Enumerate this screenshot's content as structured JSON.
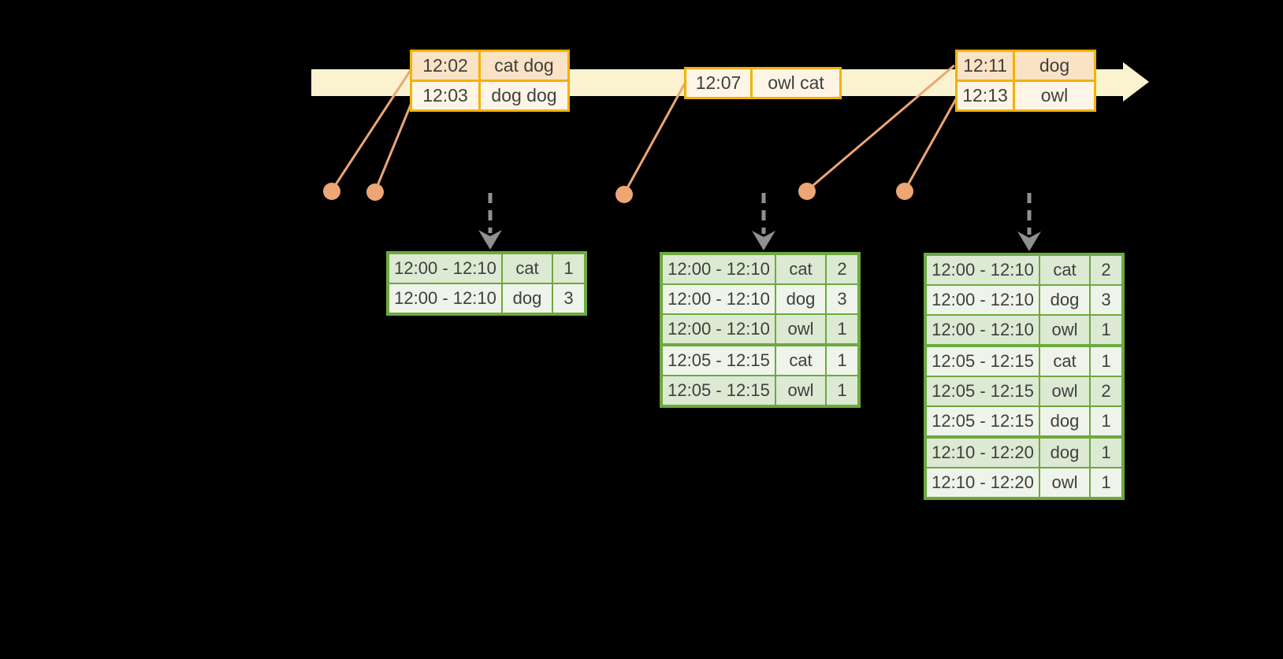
{
  "colors": {
    "background": "#000000",
    "timeline_fill": "#FBF2CF",
    "event_table_border": "#F2B200",
    "event_row_dark_bg": "#FAE3C5",
    "event_row_light_bg": "#FEF5E7",
    "connector_orange": "#EDA674",
    "result_table_border": "#6EA83F",
    "result_row_dark_bg": "#DCE9D3",
    "result_row_light_bg": "#EEF4EA",
    "trigger_arrow_gray": "#909090",
    "text": "#3F3F3F"
  },
  "icons": {
    "timeline_arrow": "right-arrow-band",
    "trigger_arrow": "dashed-down-arrow",
    "event_dot": "filled-circle"
  },
  "event_tables": [
    {
      "rows": [
        {
          "time": "12:02",
          "words": "cat dog"
        },
        {
          "time": "12:03",
          "words": "dog dog"
        }
      ]
    },
    {
      "rows": [
        {
          "time": "12:07",
          "words": "owl cat"
        }
      ]
    },
    {
      "rows": [
        {
          "time": "12:11",
          "words": "dog"
        },
        {
          "time": "12:13",
          "words": "owl"
        }
      ]
    }
  ],
  "result_tables": [
    {
      "rows": [
        {
          "window": "12:00 - 12:10",
          "word": "cat",
          "count": "1"
        },
        {
          "window": "12:00 - 12:10",
          "word": "dog",
          "count": "3"
        }
      ]
    },
    {
      "rows": [
        {
          "window": "12:00 - 12:10",
          "word": "cat",
          "count": "2"
        },
        {
          "window": "12:00 - 12:10",
          "word": "dog",
          "count": "3"
        },
        {
          "window": "12:00 - 12:10",
          "word": "owl",
          "count": "1"
        },
        {
          "window": "12:05 - 12:15",
          "word": "cat",
          "count": "1"
        },
        {
          "window": "12:05 - 12:15",
          "word": "owl",
          "count": "1"
        }
      ]
    },
    {
      "rows": [
        {
          "window": "12:00 - 12:10",
          "word": "cat",
          "count": "2"
        },
        {
          "window": "12:00 - 12:10",
          "word": "dog",
          "count": "3"
        },
        {
          "window": "12:00 - 12:10",
          "word": "owl",
          "count": "1"
        },
        {
          "window": "12:05 - 12:15",
          "word": "cat",
          "count": "1"
        },
        {
          "window": "12:05 - 12:15",
          "word": "owl",
          "count": "2"
        },
        {
          "window": "12:05 - 12:15",
          "word": "dog",
          "count": "1"
        },
        {
          "window": "12:10 - 12:20",
          "word": "dog",
          "count": "1"
        },
        {
          "window": "12:10 - 12:20",
          "word": "owl",
          "count": "1"
        }
      ]
    }
  ]
}
